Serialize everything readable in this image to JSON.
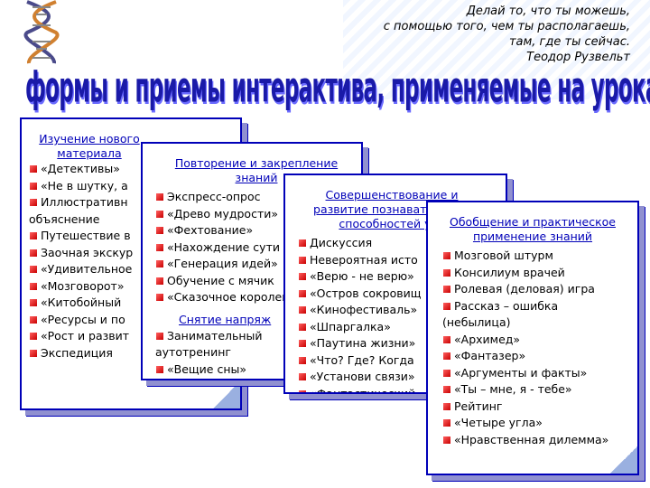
{
  "quote": {
    "line1": "Делай то, что ты можешь,",
    "line2": "с помощью того, чем ты располагаешь,",
    "line3": "там, где ты сейчас.",
    "author": "Теодор Рузвельт"
  },
  "title": "формы и приемы интерактива, применяемые на уроках",
  "colors": {
    "accent": "#0000b8",
    "title": "#1a1aa8",
    "bullet": "#c80000"
  },
  "cards": {
    "c1": {
      "heading": "Изучение нового материала",
      "items": [
        "«Детективы»",
        "«Не в шутку, а",
        "Иллюстративн",
        "объяснение",
        "Путешествие в",
        "Заочная экскур",
        "«Удивительное",
        "«Мозговорот»",
        "«Китобойный",
        "«Ресурсы и по",
        "«Рост и развит",
        "Экспедиция"
      ]
    },
    "c2": {
      "heading": "Повторение и закрепление знаний",
      "items": [
        "Экспресс-опрос",
        "«Древо мудрости»",
        "«Фехтование»",
        "«Нахождение сути",
        "«Генерация идей»",
        "Обучение с мячик",
        "«Сказочное королев"
      ],
      "subheading": "Снятие напряж",
      "sub_items": [
        "Занимательный",
        "аутотренинг",
        "«Вещие сны»"
      ]
    },
    "c3": {
      "heading": "Совершенствование и развитие познавательных способностей уча",
      "items": [
        "Дискуссия",
        "Невероятная исто",
        "«Верю - не верю»",
        "«Остров сокровищ",
        "«Кинофестиваль»",
        "«Шпаргалка»",
        "«Паутина жизни»",
        "«Что? Где? Когда",
        "«Установи связи»",
        "«Фантастический"
      ]
    },
    "c4": {
      "heading": "Обобщение и практическое применение знаний",
      "items": [
        "Мозговой штурм",
        "Консилиум врачей",
        "Ролевая (деловая) игра",
        "Рассказ – ошибка",
        "(небылица)",
        "«Архимед»",
        "«Фантазер»",
        "«Аргументы и факты»",
        "«Ты – мне, я - тебе»",
        "Рейтинг",
        "«Четыре угла»",
        "«Нравственная дилемма»"
      ]
    }
  }
}
